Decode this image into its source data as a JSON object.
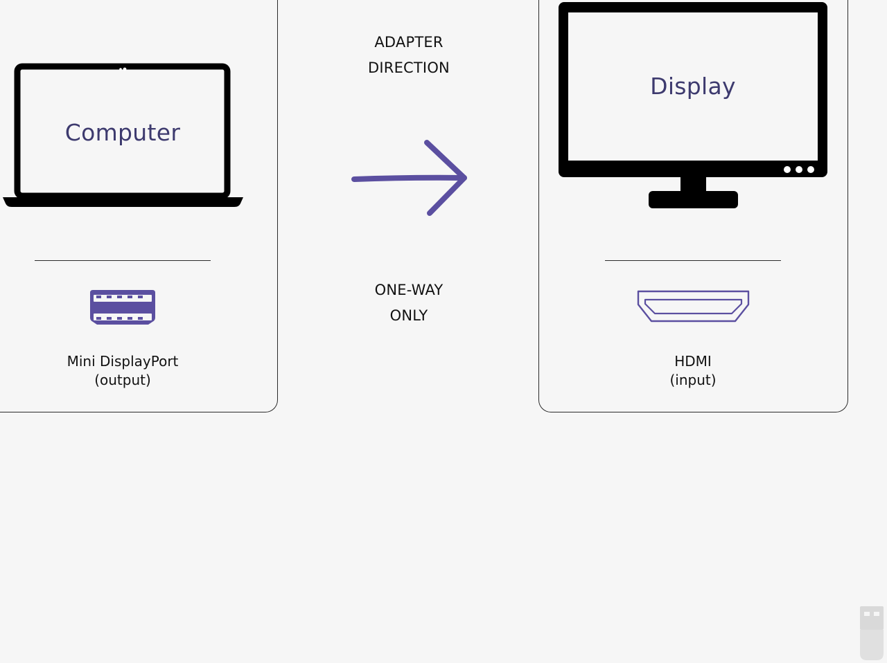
{
  "computer": {
    "screen_label": "Computer",
    "port_name": "Mini DisplayPort",
    "port_role": "(output)",
    "port_icon": "mini-displayport-icon",
    "device_icon": "laptop-icon"
  },
  "adapter": {
    "heading_line1": "ADAPTER",
    "heading_line2": "DIRECTION",
    "direction_icon": "arrow-right-icon",
    "note_line1": "ONE-WAY",
    "note_line2": "ONLY"
  },
  "display": {
    "screen_label": "Display",
    "port_name": "HDMI",
    "port_role": "(input)",
    "port_icon": "hdmi-port-icon",
    "device_icon": "monitor-icon"
  },
  "colors": {
    "accent": "#5b4fa0",
    "label_text": "#3d3a6e",
    "outline": "#2a2a2a",
    "background": "#f6f6f6"
  }
}
